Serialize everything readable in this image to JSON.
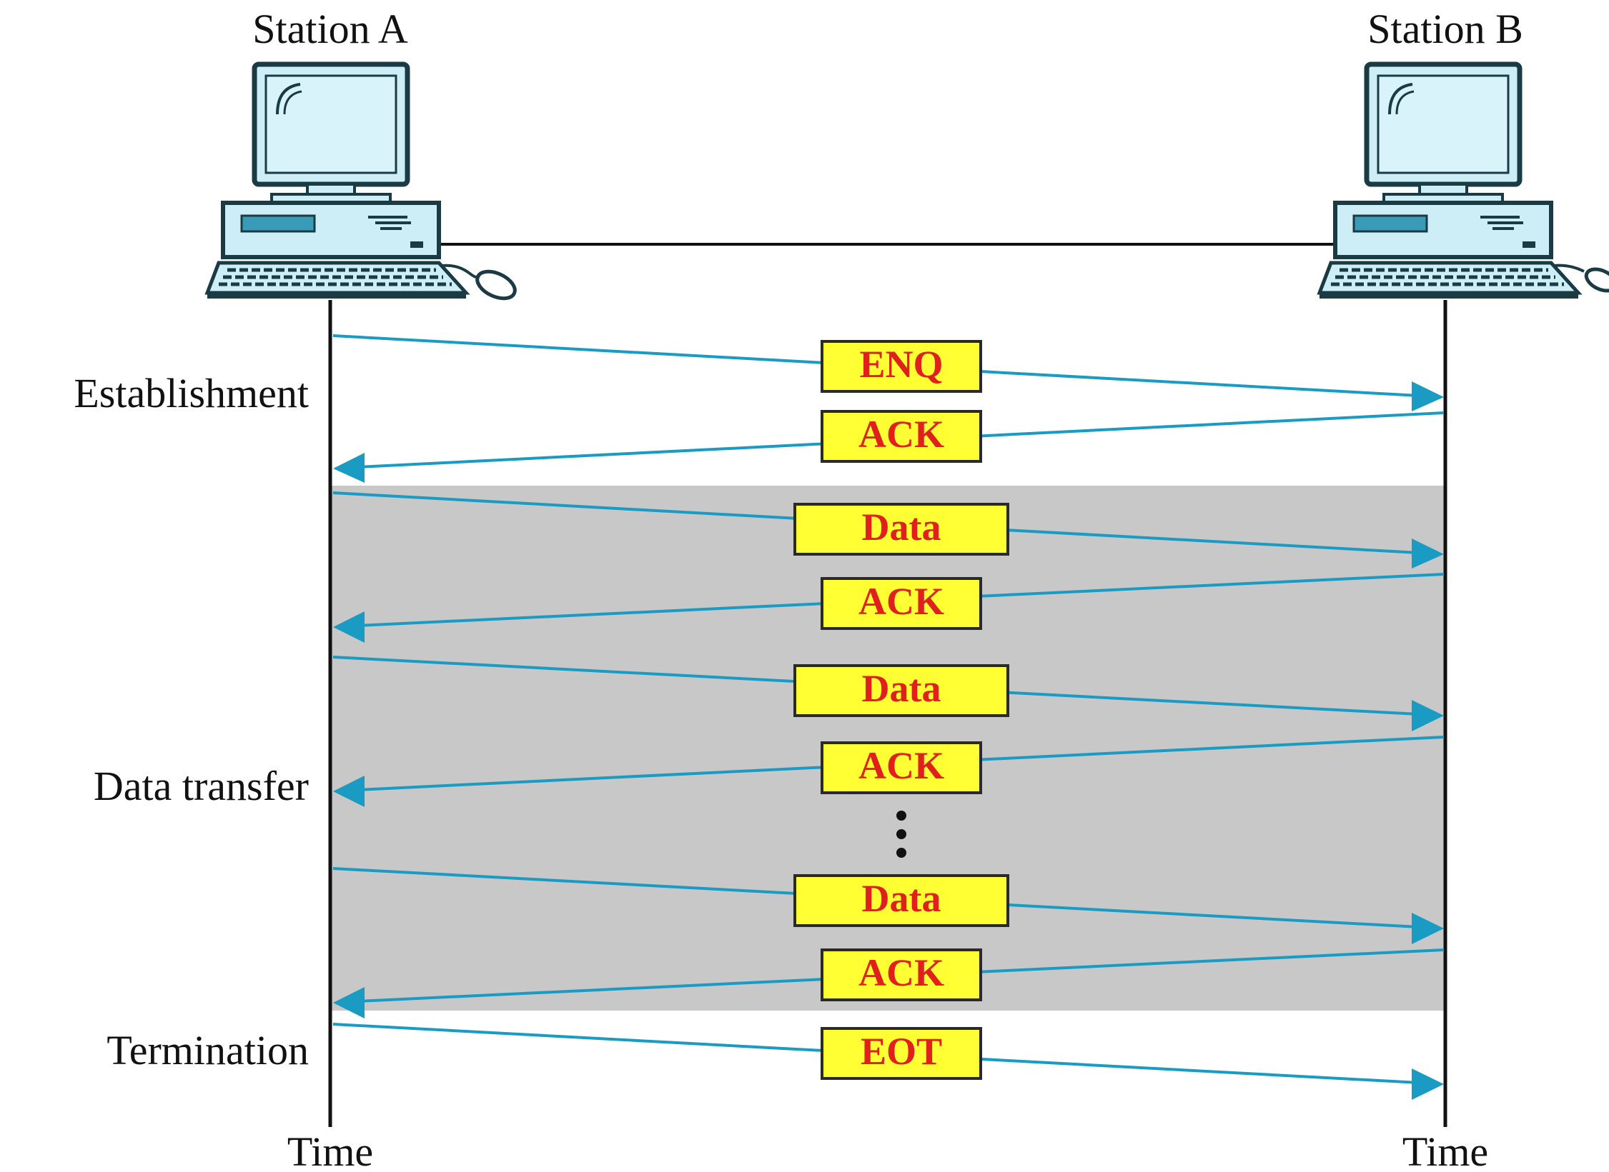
{
  "stations": {
    "a": {
      "name": "Station A",
      "time_label": "Time"
    },
    "b": {
      "name": "Station B",
      "time_label": "Time"
    }
  },
  "phases": {
    "establishment": "Establishment",
    "data_transfer": "Data transfer",
    "termination": "Termination"
  },
  "frames": [
    {
      "label": "ENQ",
      "direction": "a-to-b",
      "phase": "establishment"
    },
    {
      "label": "ACK",
      "direction": "b-to-a",
      "phase": "establishment"
    },
    {
      "label": "Data",
      "direction": "a-to-b",
      "phase": "data_transfer"
    },
    {
      "label": "ACK",
      "direction": "b-to-a",
      "phase": "data_transfer"
    },
    {
      "label": "Data",
      "direction": "a-to-b",
      "phase": "data_transfer"
    },
    {
      "label": "ACK",
      "direction": "b-to-a",
      "phase": "data_transfer"
    },
    {
      "label": "Data",
      "direction": "a-to-b",
      "phase": "data_transfer"
    },
    {
      "label": "ACK",
      "direction": "b-to-a",
      "phase": "data_transfer"
    },
    {
      "label": "EOT",
      "direction": "a-to-b",
      "phase": "termination"
    }
  ],
  "colors": {
    "arrow": "#1a9bc4",
    "frame_fill": "#ffff33",
    "frame_text": "#e0201a",
    "data_band": "#c8c8c8",
    "monitor_screen": "#cdeef7",
    "computer_outline": "#1a3a44"
  }
}
